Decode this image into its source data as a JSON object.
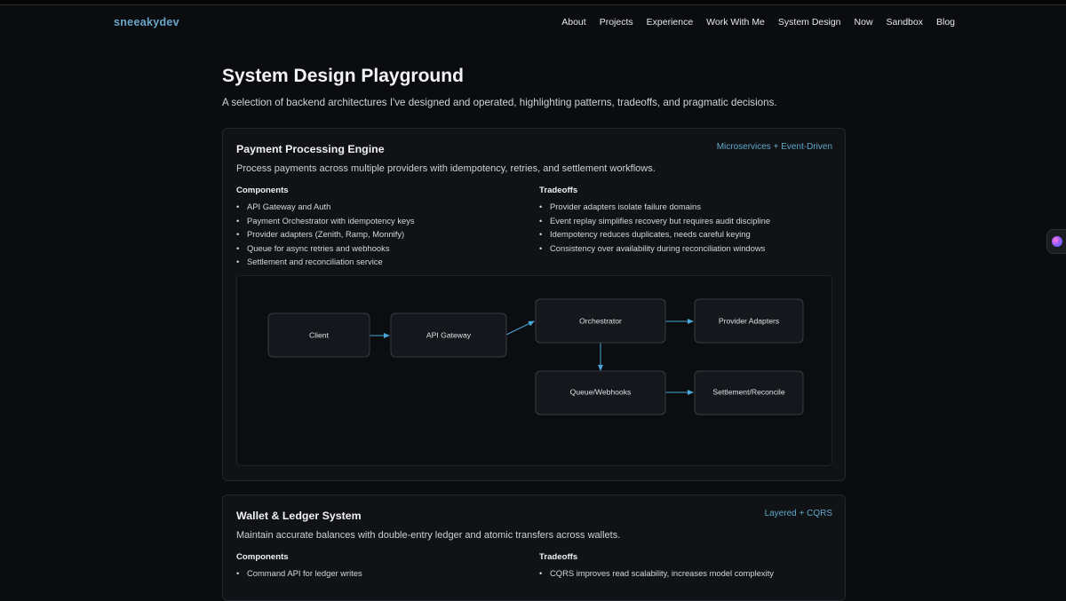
{
  "nav": {
    "brand": "sneeakydev",
    "links": [
      "About",
      "Projects",
      "Experience",
      "Work With Me",
      "System Design",
      "Now",
      "Sandbox",
      "Blog"
    ]
  },
  "page": {
    "title": "System Design Playground",
    "subtitle": "A selection of backend architectures I've designed and operated, highlighting patterns, tradeoffs, and pragmatic decisions."
  },
  "cards": [
    {
      "title": "Payment Processing Engine",
      "tag": "Microservices + Event-Driven",
      "description": "Process payments across multiple providers with idempotency, retries, and settlement workflows.",
      "components_heading": "Components",
      "components": [
        "API Gateway and Auth",
        "Payment Orchestrator with idempotency keys",
        "Provider adapters (Zenith, Ramp, Monnify)",
        "Queue for async retries and webhooks",
        "Settlement and reconciliation service"
      ],
      "tradeoffs_heading": "Tradeoffs",
      "tradeoffs": [
        "Provider adapters isolate failure domains",
        "Event replay simplifies recovery but requires audit discipline",
        "Idempotency reduces duplicates, needs careful keying",
        "Consistency over availability during reconciliation windows"
      ],
      "diagram": {
        "nodes": [
          "Client",
          "API Gateway",
          "Orchestrator",
          "Provider Adapters",
          "Queue/Webhooks",
          "Settlement/Reconcile"
        ],
        "edges": [
          [
            "Client",
            "API Gateway"
          ],
          [
            "API Gateway",
            "Orchestrator"
          ],
          [
            "Orchestrator",
            "Provider Adapters"
          ],
          [
            "Orchestrator",
            "Queue/Webhooks"
          ],
          [
            "Queue/Webhooks",
            "Settlement/Reconcile"
          ]
        ]
      }
    },
    {
      "title": "Wallet & Ledger System",
      "tag": "Layered + CQRS",
      "description": "Maintain accurate balances with double-entry ledger and atomic transfers across wallets.",
      "components_heading": "Components",
      "components": [
        "Command API for ledger writes"
      ],
      "tradeoffs_heading": "Tradeoffs",
      "tradeoffs": [
        "CQRS improves read scalability, increases model complexity"
      ]
    }
  ],
  "colors": {
    "background": "#0b0c0f",
    "card": "#101216",
    "accent": "#5fa8c8",
    "edge": "#4aa8d8"
  },
  "icons": {
    "side_widget": "ai-assistant-icon"
  }
}
